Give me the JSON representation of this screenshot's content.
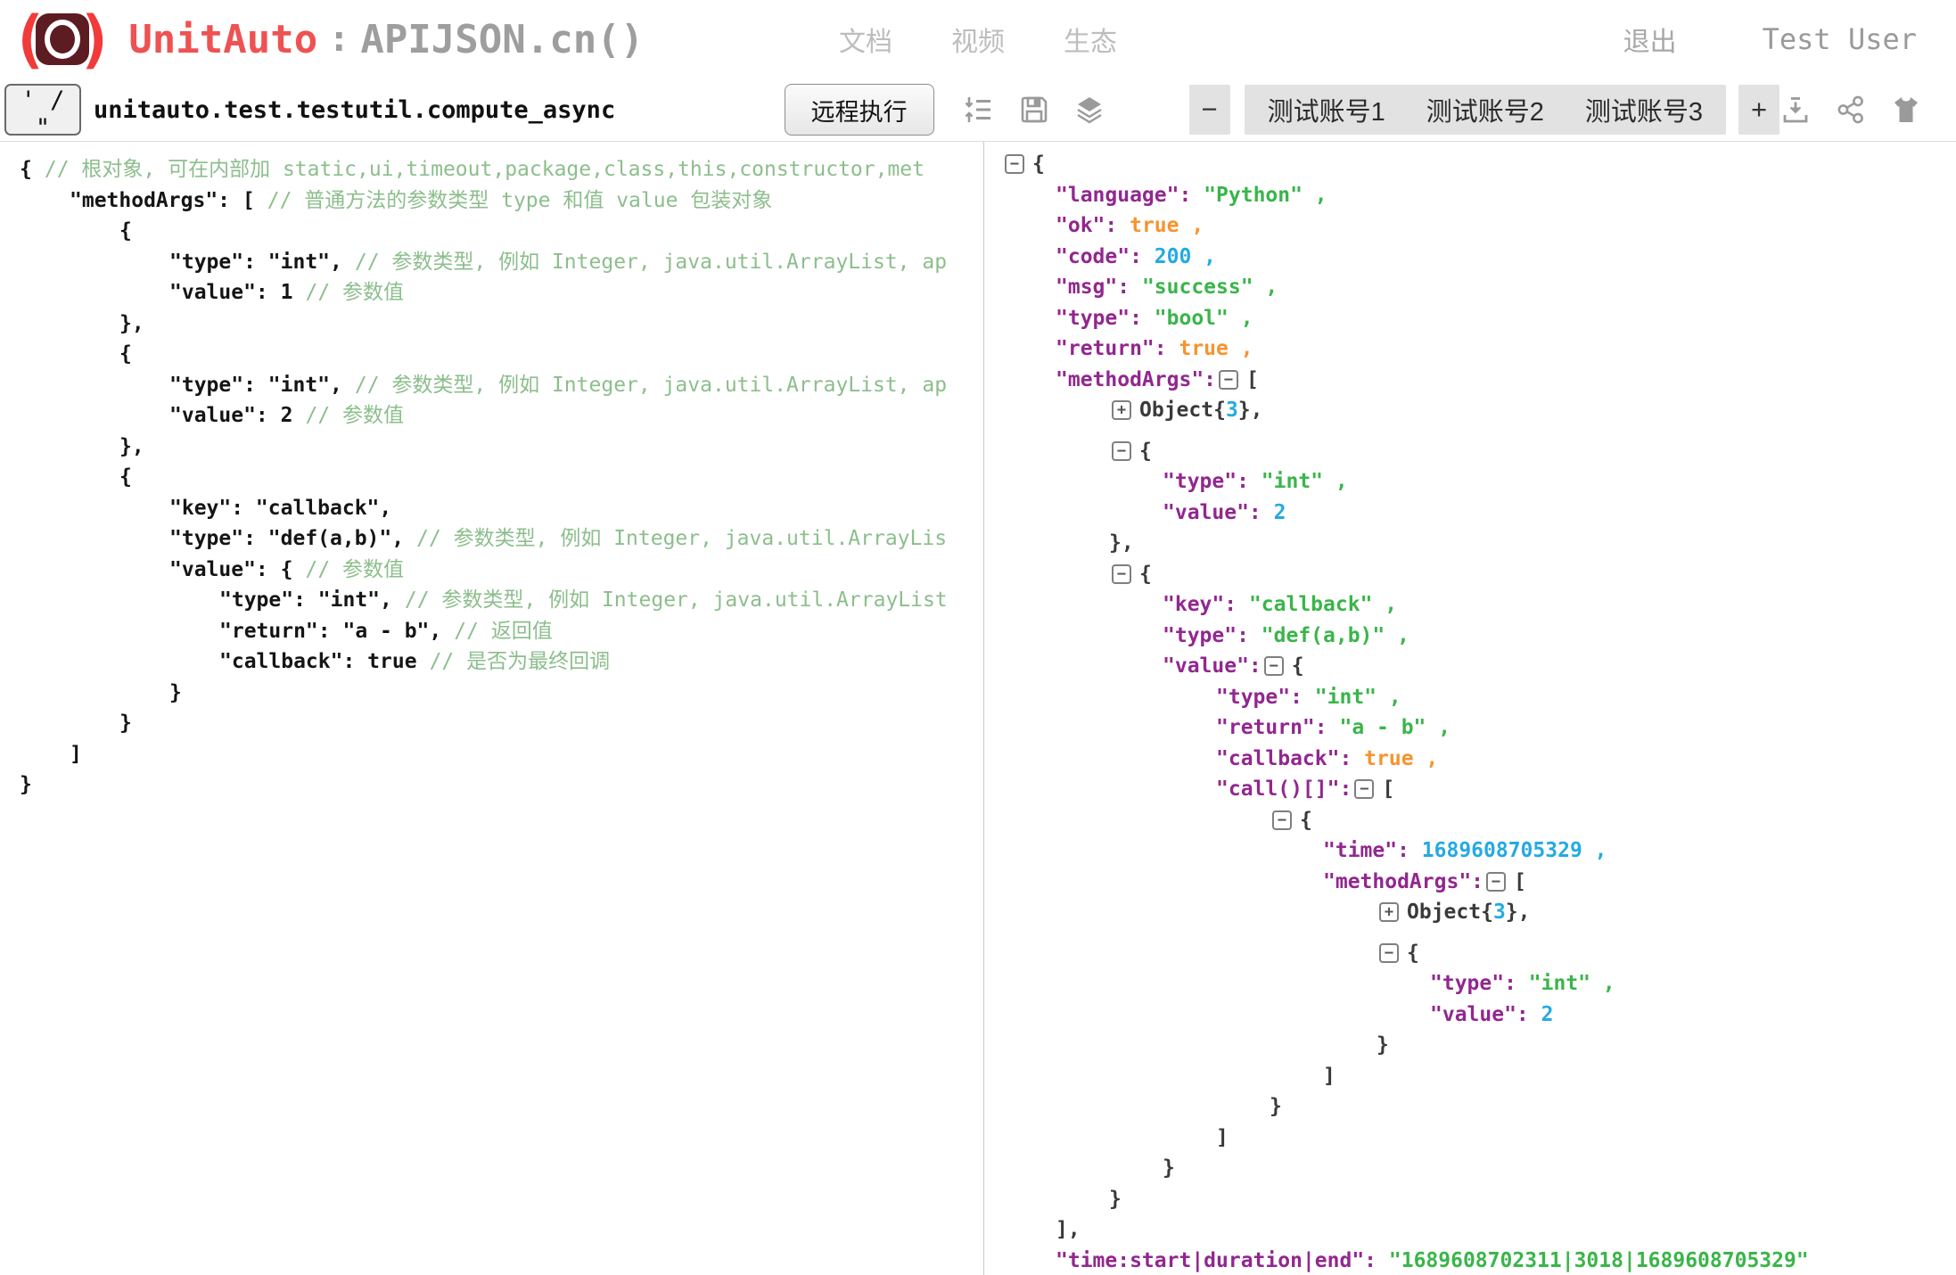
{
  "header": {
    "brand": {
      "paren_left": "(",
      "paren_right": ")",
      "name": "UnitAuto",
      "separator": ":",
      "suffix": "APIJSON.cn()"
    },
    "nav": {
      "docs": "文档",
      "videos": "视频",
      "ecosystem": "生态"
    },
    "logout_label": "退出",
    "username": "Test User"
  },
  "toolbar": {
    "quote_toggle_label": "' / \"",
    "method_value": "unitauto.test.testutil.compute_async",
    "run_label": "远程执行",
    "remove_account_label": "−",
    "accounts": [
      "测试账号1",
      "测试账号2",
      "测试账号3"
    ],
    "add_account_label": "+",
    "icons": [
      "sort-list-icon",
      "save-icon",
      "layers-icon",
      "download-icon",
      "share-icon",
      "tshirt-icon"
    ]
  },
  "colors": {
    "brand_red": "#ee5252",
    "title_gray": "#9e9e9e",
    "json_key": "#92278f",
    "json_string": "#3ab54a",
    "json_number": "#25aae2",
    "json_boolean": "#f7932e",
    "comment_green": "#8cbe8c"
  },
  "editor": {
    "lines": [
      {
        "indent": 0,
        "code": "{",
        "comment": "// 根对象, 可在内部加 static,ui,timeout,package,class,this,constructor,met"
      },
      {
        "indent": 1,
        "code": "\"methodArgs\": [",
        "comment": "// 普通方法的参数类型 type 和值 value 包装对象"
      },
      {
        "indent": 2,
        "code": "{",
        "comment": ""
      },
      {
        "indent": 3,
        "code": "\"type\": \"int\",",
        "comment": "// 参数类型, 例如 Integer, java.util.ArrayList, ap"
      },
      {
        "indent": 3,
        "code": "\"value\": 1",
        "comment": "// 参数值"
      },
      {
        "indent": 2,
        "code": "},",
        "comment": ""
      },
      {
        "indent": 2,
        "code": "{",
        "comment": ""
      },
      {
        "indent": 3,
        "code": "\"type\": \"int\",",
        "comment": "// 参数类型, 例如 Integer, java.util.ArrayList, ap"
      },
      {
        "indent": 3,
        "code": "\"value\": 2",
        "comment": "// 参数值"
      },
      {
        "indent": 2,
        "code": "},",
        "comment": ""
      },
      {
        "indent": 2,
        "code": "{",
        "comment": ""
      },
      {
        "indent": 3,
        "code": "\"key\": \"callback\",",
        "comment": ""
      },
      {
        "indent": 3,
        "code": "\"type\": \"def(a,b)\",",
        "comment": "// 参数类型, 例如 Integer, java.util.ArrayLis"
      },
      {
        "indent": 3,
        "code": "\"value\": {",
        "comment": "// 参数值"
      },
      {
        "indent": 4,
        "code": "\"type\": \"int\",",
        "comment": "// 参数类型, 例如 Integer, java.util.ArrayList"
      },
      {
        "indent": 4,
        "code": "\"return\": \"a - b\",",
        "comment": "// 返回值"
      },
      {
        "indent": 4,
        "code": "\"callback\": true",
        "comment": "// 是否为最终回调"
      },
      {
        "indent": 3,
        "code": "}",
        "comment": ""
      },
      {
        "indent": 2,
        "code": "}",
        "comment": ""
      },
      {
        "indent": 1,
        "code": "]",
        "comment": ""
      },
      {
        "indent": 0,
        "code": "}",
        "comment": ""
      }
    ]
  },
  "response": {
    "lines": [
      {
        "indent": 0,
        "seg": [
          [
            "tm",
            "−"
          ],
          [
            "p",
            "{"
          ]
        ]
      },
      {
        "indent": 1,
        "seg": [
          [
            "k",
            "\"language\":"
          ],
          [
            "s",
            " \"Python\""
          ],
          [
            "s",
            " ,"
          ]
        ]
      },
      {
        "indent": 1,
        "seg": [
          [
            "k",
            "\"ok\":"
          ],
          [
            "b",
            " true"
          ],
          [
            "b",
            " ,"
          ]
        ]
      },
      {
        "indent": 1,
        "seg": [
          [
            "k",
            "\"code\":"
          ],
          [
            "n",
            " 200"
          ],
          [
            "n",
            " ,"
          ]
        ]
      },
      {
        "indent": 1,
        "seg": [
          [
            "k",
            "\"msg\":"
          ],
          [
            "s",
            " \"success\""
          ],
          [
            "s",
            " ,"
          ]
        ]
      },
      {
        "indent": 1,
        "seg": [
          [
            "k",
            "\"type\":"
          ],
          [
            "s",
            " \"bool\""
          ],
          [
            "s",
            " ,"
          ]
        ]
      },
      {
        "indent": 1,
        "seg": [
          [
            "k",
            "\"return\":"
          ],
          [
            "b",
            " true"
          ],
          [
            "b",
            " ,"
          ]
        ]
      },
      {
        "indent": 1,
        "seg": [
          [
            "k",
            "\"methodArgs\":"
          ],
          [
            "tm",
            "−"
          ],
          [
            "p",
            "["
          ]
        ]
      },
      {
        "indent": 2,
        "seg": [
          [
            "tp",
            "+"
          ],
          [
            "p",
            "Object{"
          ],
          [
            "n",
            "3"
          ],
          [
            "p",
            "},"
          ]
        ]
      },
      {
        "indent": 2,
        "gap": true,
        "seg": [
          [
            "tm",
            "−"
          ],
          [
            "p",
            "{"
          ]
        ]
      },
      {
        "indent": 3,
        "seg": [
          [
            "k",
            "\"type\":"
          ],
          [
            "s",
            " \"int\""
          ],
          [
            "s",
            " ,"
          ]
        ]
      },
      {
        "indent": 3,
        "seg": [
          [
            "k",
            "\"value\":"
          ],
          [
            "n",
            " 2"
          ]
        ]
      },
      {
        "indent": 2,
        "seg": [
          [
            "p",
            "},"
          ]
        ]
      },
      {
        "indent": 2,
        "seg": [
          [
            "tm",
            "−"
          ],
          [
            "p",
            "{"
          ]
        ]
      },
      {
        "indent": 3,
        "seg": [
          [
            "k",
            "\"key\":"
          ],
          [
            "s",
            " \"callback\""
          ],
          [
            "s",
            " ,"
          ]
        ]
      },
      {
        "indent": 3,
        "seg": [
          [
            "k",
            "\"type\":"
          ],
          [
            "s",
            " \"def(a,b)\""
          ],
          [
            "s",
            " ,"
          ]
        ]
      },
      {
        "indent": 3,
        "seg": [
          [
            "k",
            "\"value\":"
          ],
          [
            "tm",
            "−"
          ],
          [
            "p",
            "{"
          ]
        ]
      },
      {
        "indent": 4,
        "seg": [
          [
            "k",
            "\"type\":"
          ],
          [
            "s",
            " \"int\""
          ],
          [
            "s",
            " ,"
          ]
        ]
      },
      {
        "indent": 4,
        "seg": [
          [
            "k",
            "\"return\":"
          ],
          [
            "s",
            " \"a - b\""
          ],
          [
            "s",
            " ,"
          ]
        ]
      },
      {
        "indent": 4,
        "seg": [
          [
            "k",
            "\"callback\":"
          ],
          [
            "b",
            " true"
          ],
          [
            "b",
            " ,"
          ]
        ]
      },
      {
        "indent": 4,
        "seg": [
          [
            "k",
            "\"call()[]\":"
          ],
          [
            "tm",
            "−"
          ],
          [
            "p",
            "["
          ]
        ]
      },
      {
        "indent": 5,
        "seg": [
          [
            "tm",
            "−"
          ],
          [
            "p",
            "{"
          ]
        ]
      },
      {
        "indent": 6,
        "seg": [
          [
            "k",
            "\"time\":"
          ],
          [
            "n",
            " 1689608705329"
          ],
          [
            "n",
            " ,"
          ]
        ]
      },
      {
        "indent": 6,
        "seg": [
          [
            "k",
            "\"methodArgs\":"
          ],
          [
            "tm",
            "−"
          ],
          [
            "p",
            "["
          ]
        ]
      },
      {
        "indent": 7,
        "seg": [
          [
            "tp",
            "+"
          ],
          [
            "p",
            "Object{"
          ],
          [
            "n",
            "3"
          ],
          [
            "p",
            "},"
          ]
        ]
      },
      {
        "indent": 7,
        "gap": true,
        "seg": [
          [
            "tm",
            "−"
          ],
          [
            "p",
            "{"
          ]
        ]
      },
      {
        "indent": 8,
        "seg": [
          [
            "k",
            "\"type\":"
          ],
          [
            "s",
            " \"int\""
          ],
          [
            "s",
            " ,"
          ]
        ]
      },
      {
        "indent": 8,
        "seg": [
          [
            "k",
            "\"value\":"
          ],
          [
            "n",
            " 2"
          ]
        ]
      },
      {
        "indent": 7,
        "seg": [
          [
            "p",
            "}"
          ]
        ]
      },
      {
        "indent": 6,
        "seg": [
          [
            "p",
            "]"
          ]
        ]
      },
      {
        "indent": 5,
        "seg": [
          [
            "p",
            "}"
          ]
        ]
      },
      {
        "indent": 4,
        "seg": [
          [
            "p",
            "]"
          ]
        ]
      },
      {
        "indent": 3,
        "seg": [
          [
            "p",
            "}"
          ]
        ]
      },
      {
        "indent": 2,
        "seg": [
          [
            "p",
            "}"
          ]
        ]
      },
      {
        "indent": 1,
        "seg": [
          [
            "p",
            "],"
          ]
        ]
      },
      {
        "indent": 1,
        "seg": [
          [
            "k",
            "\"time:start|duration|end\":"
          ],
          [
            "s",
            " \"1689608702311|3018|1689608705329\""
          ]
        ]
      },
      {
        "indent": 0,
        "seg": [
          [
            "p",
            "}"
          ]
        ]
      }
    ]
  }
}
